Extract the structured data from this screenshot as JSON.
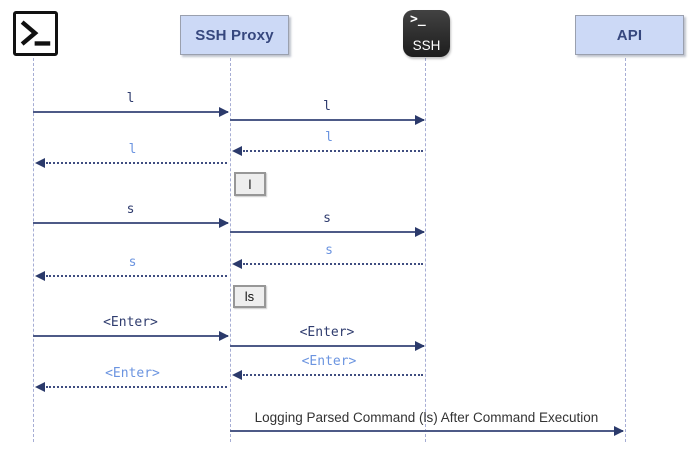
{
  "participants": {
    "terminal": {
      "icon": "terminal-prompt-icon"
    },
    "ssh_proxy": {
      "label": "SSH Proxy"
    },
    "ssh": {
      "icon_text": ">_",
      "label": "SSH"
    },
    "api": {
      "label": "API"
    }
  },
  "messages": [
    {
      "from": "terminal",
      "to": "ssh_proxy",
      "type": "solid",
      "label": "l"
    },
    {
      "from": "ssh_proxy",
      "to": "ssh",
      "type": "solid",
      "label": "l"
    },
    {
      "from": "ssh",
      "to": "ssh_proxy",
      "type": "return",
      "label": "l"
    },
    {
      "from": "ssh_proxy",
      "to": "terminal",
      "type": "return",
      "label": "l"
    },
    {
      "from": "terminal",
      "to": "ssh_proxy",
      "type": "solid",
      "label": "s"
    },
    {
      "from": "ssh_proxy",
      "to": "ssh",
      "type": "solid",
      "label": "s"
    },
    {
      "from": "ssh",
      "to": "ssh_proxy",
      "type": "return",
      "label": "s"
    },
    {
      "from": "ssh_proxy",
      "to": "terminal",
      "type": "return",
      "label": "s"
    },
    {
      "from": "terminal",
      "to": "ssh_proxy",
      "type": "solid",
      "label": "<Enter>"
    },
    {
      "from": "ssh_proxy",
      "to": "ssh",
      "type": "solid",
      "label": "<Enter>"
    },
    {
      "from": "ssh",
      "to": "ssh_proxy",
      "type": "return",
      "label": "<Enter>"
    },
    {
      "from": "ssh_proxy",
      "to": "terminal",
      "type": "return",
      "label": "<Enter>"
    },
    {
      "from": "ssh_proxy",
      "to": "api",
      "type": "solid",
      "label": "Logging Parsed Command (ls) After Command Execution"
    }
  ],
  "notes": [
    {
      "on": "ssh_proxy",
      "label": "l"
    },
    {
      "on": "ssh_proxy",
      "label": "ls"
    }
  ],
  "colors": {
    "actor_box_fill": "#ccd9f6",
    "actor_box_text": "#36477e",
    "solid_arrow": "#4d5a87",
    "arrowhead": "#2b3a6b",
    "return_label": "#6b94e0",
    "forward_label": "#2f3c6e",
    "lifeline": "#a6add4",
    "note_fill": "#eeeeee",
    "ssh_icon_bg": "#2b2b2b"
  }
}
